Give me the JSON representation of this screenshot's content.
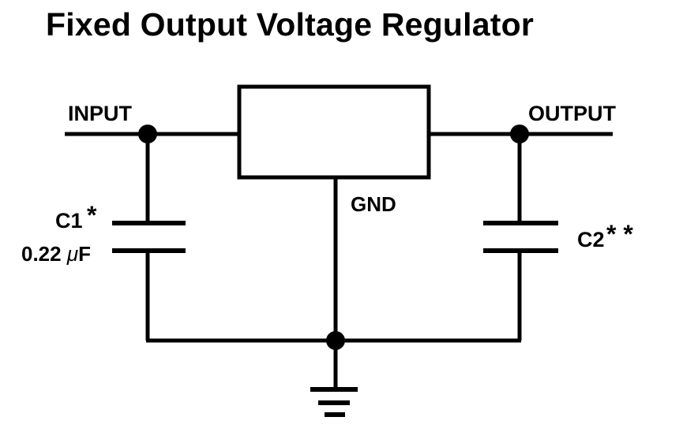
{
  "title": "Fixed Output Voltage Regulator",
  "labels": {
    "input": "INPUT",
    "output": "OUTPUT",
    "gnd": "GND",
    "c1_name": "C1",
    "c1_mark": "*",
    "c1_value_num": "0.22 ",
    "c1_value_mu": "μ",
    "c1_value_unit": "F",
    "c2_name": "C2",
    "c2_mark": "* *"
  },
  "colors": {
    "ink": "#000000",
    "background": "#ffffff"
  }
}
